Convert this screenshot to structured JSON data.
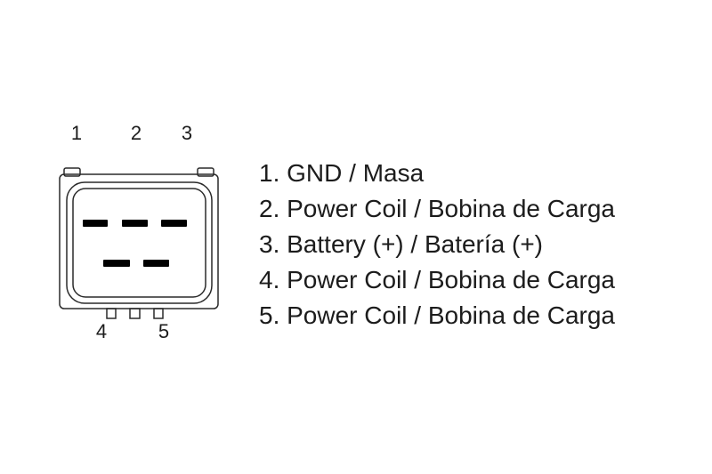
{
  "diagram": {
    "type": "connector-pinout",
    "pin_labels_top": [
      "1",
      "2",
      "3"
    ],
    "pin_labels_bottom": [
      "4",
      "5"
    ],
    "colors": {
      "background": "#ffffff",
      "outline": "#2a2a2a",
      "pin_fill": "#000000",
      "text": "#1c1c1c"
    }
  },
  "legend": {
    "items": [
      "1. GND / Masa",
      "2. Power Coil / Bobina de Carga",
      "3. Battery (+) / Batería (+)",
      "4. Power Coil / Bobina de Carga",
      "5. Power Coil / Bobina de Carga"
    ]
  }
}
